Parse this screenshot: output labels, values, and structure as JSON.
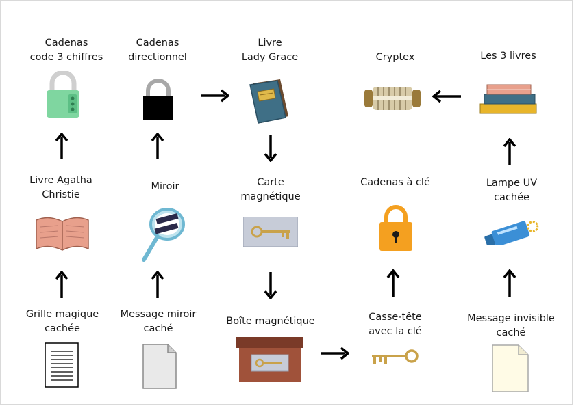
{
  "nodes": {
    "padlock_code": {
      "label": "Cadenas\ncode 3 chiffres"
    },
    "padlock_dir": {
      "label": "Cadenas\ndirectionnel"
    },
    "book_lady": {
      "label": "Livre\nLady Grace"
    },
    "cryptex": {
      "label": "Cryptex"
    },
    "three_books": {
      "label": "Les 3 livres"
    },
    "book_agatha": {
      "label": "Livre Agatha\nChristie"
    },
    "mirror": {
      "label": "Miroir"
    },
    "magnetic_card": {
      "label": "Carte\nmagnétique"
    },
    "key_padlock": {
      "label": "Cadenas à clé"
    },
    "uv_lamp": {
      "label": "Lampe UV\ncachée"
    },
    "magic_grid": {
      "label": "Grille magique\ncachée"
    },
    "mirror_msg": {
      "label": "Message miroir\ncaché"
    },
    "magnetic_box": {
      "label": "Boîte magnétique"
    },
    "puzzle_key": {
      "label": "Casse-tête\navec la clé"
    },
    "invisible_msg": {
      "label": "Message invisible\ncaché"
    }
  },
  "colors": {
    "arrow": "#000000",
    "code_padlock": "#7fd6a0",
    "key_gold": "#c9a24a",
    "key_padlock": "#f4a020",
    "book_blue": "#3f6f86",
    "book_pink": "#e8a08c",
    "box_brown": "#a0523a",
    "lamp_blue": "#3b8fd6"
  }
}
